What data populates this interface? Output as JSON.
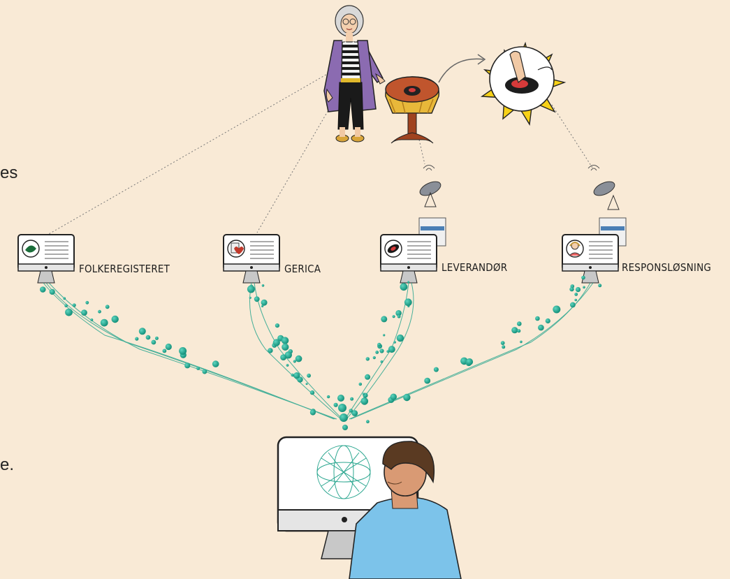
{
  "fragments": {
    "top_left": "es",
    "bottom_left": "e."
  },
  "systems": [
    {
      "label": "FOLKEREGISTERET",
      "icon": "leaf-icon"
    },
    {
      "label": "GERICA",
      "icon": "heart-clipboard-icon"
    },
    {
      "label": "LEVERANDØR",
      "icon": "alarm-button-icon"
    },
    {
      "label": "RESPONSLØSNING",
      "icon": "operator-headset-icon"
    }
  ],
  "colors": {
    "background": "#f9ead6",
    "teal": "#1fa88f",
    "purple_coat": "#8b6bb1",
    "shirt_blue": "#7cc3ea",
    "burst_yellow": "#f7d117"
  }
}
